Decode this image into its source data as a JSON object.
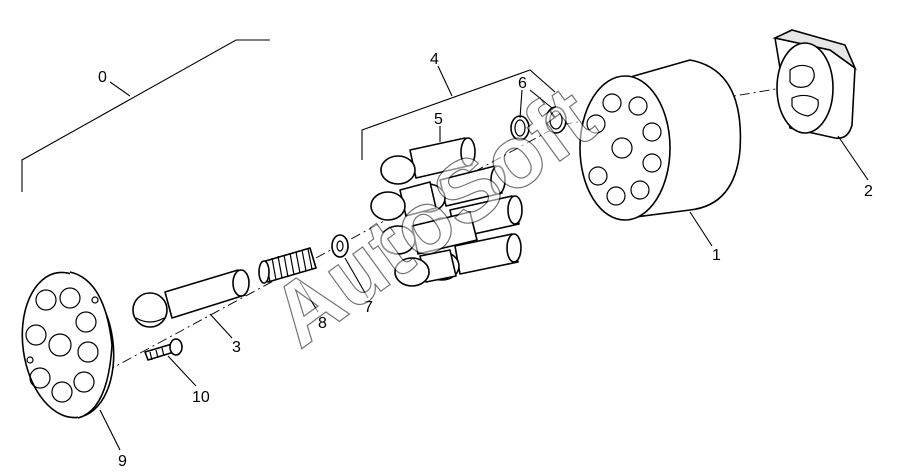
{
  "watermark": "AutoSoft",
  "callouts": {
    "c0": "0",
    "c1": "1",
    "c2": "2",
    "c3": "3",
    "c4": "4",
    "c5": "5",
    "c6": "6",
    "c7": "7",
    "c8": "8",
    "c9": "9",
    "c10": "10"
  },
  "colors": {
    "line": "#000000",
    "background": "#ffffff"
  }
}
